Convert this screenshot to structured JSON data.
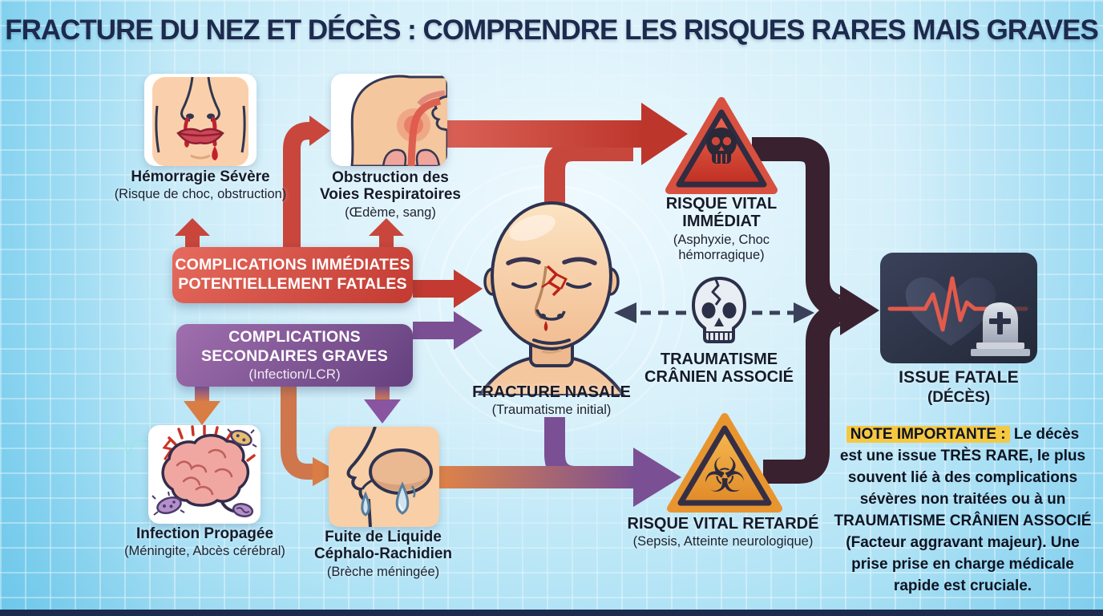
{
  "title": "FRACTURE DU NEZ ET DÉCÈS : COMPRENDRE LES RISQUES RARES MAIS GRAVES",
  "nodes": {
    "hemorragie": {
      "label": "Hémorragie Sévère",
      "sub": "(Risque de choc, obstruction)"
    },
    "obstruction": {
      "label": "Obstruction des Voies Respiratoires",
      "sub": "(Œdème, sang)"
    },
    "complications_immediates": {
      "line1": "COMPLICATIONS IMMÉDIATES",
      "line2": "POTENTIELLEMENT FATALES"
    },
    "complications_secondaires": {
      "line1": "COMPLICATIONS",
      "line2": "SECONDAIRES GRAVES",
      "sub": "(Infection/LCR)"
    },
    "fracture_nasale": {
      "label": "FRACTURE NASALE",
      "sub": "(Traumatisme initial)"
    },
    "risque_immediat": {
      "label": "RISQUE VITAL IMMÉDIAT",
      "sub": "(Asphyxie, Choc hémorragique)"
    },
    "traumatisme_cranien": {
      "label": "TRAUMATISME CRÂNIEN ASSOCIÉ"
    },
    "risque_retarde": {
      "label": "RISQUE VITAL RETARDÉ",
      "sub": "(Sepsis, Atteinte neurologique)"
    },
    "issue_fatale": {
      "label": "ISSUE FATALE",
      "sub": "(DÉCÈS)"
    },
    "infection": {
      "label": "Infection Propagée",
      "sub": "(Méningite, Abcès cérébral)"
    },
    "fuite_lcr": {
      "label": "Fuite de Liquide Céphalo-Rachidien",
      "sub": "(Brèche méningée)"
    }
  },
  "note": {
    "highlight": "NOTE IMPORTANTE :",
    "body": "Le décès est une issue TRÈS RARE, le plus souvent lié à des complications sévères non traitées ou à un TRAUMATISME CRÂNIEN ASSOCIÉ (Facteur aggravant majeur). Une prise prise en charge médicale rapide est cruciale."
  },
  "icons": {
    "risque_immediat": "skull-warning-triangle",
    "risque_retarde": "biohazard-warning-triangle",
    "traumatisme_cranien": "cracked-skull",
    "issue_fatale": "heartbeat-heart-and-tombstone",
    "biohazard_glyph": "☣"
  },
  "colors": {
    "background": "#bfe6f6",
    "title": "#1c2a4d",
    "red_flow": "#c23a31",
    "purple_flow": "#7b4f93",
    "orange_flow": "#dd8045",
    "dark_path": "#39212f",
    "dashed_navy": "#3a4059",
    "warning_red": "#d8503f",
    "warning_orange": "#e9952f",
    "fatal_box": "#2c3347",
    "highlight_yellow": "#f5c842"
  }
}
